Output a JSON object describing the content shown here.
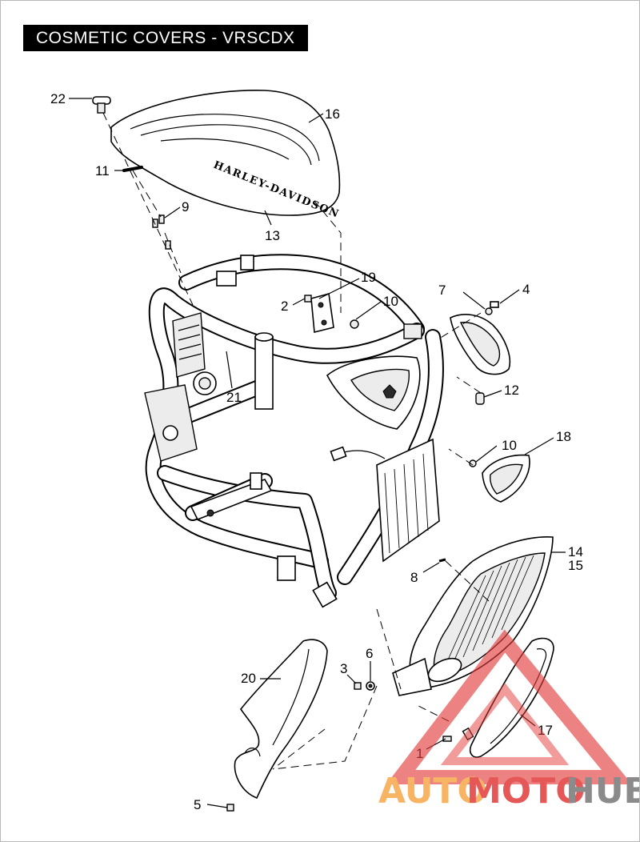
{
  "title": "COSMETIC COVERS - VRSCDX",
  "colors": {
    "background": "#ffffff",
    "title_bg": "#000000",
    "watermark_red": "#e23b3b",
    "watermark_orange": "#f6a84a",
    "watermark_gray": "#777777"
  },
  "callouts": [
    {
      "id": "c22",
      "text": "22"
    },
    {
      "id": "c16",
      "text": "16"
    },
    {
      "id": "c11",
      "text": "11"
    },
    {
      "id": "c9",
      "text": "9"
    },
    {
      "id": "c13",
      "text": "13"
    },
    {
      "id": "c19",
      "text": "19"
    },
    {
      "id": "c2",
      "text": "2"
    },
    {
      "id": "c10a",
      "text": "10"
    },
    {
      "id": "c7",
      "text": "7"
    },
    {
      "id": "c4",
      "text": "4"
    },
    {
      "id": "c12",
      "text": "12"
    },
    {
      "id": "c21",
      "text": "21"
    },
    {
      "id": "c10b",
      "text": "10"
    },
    {
      "id": "c18",
      "text": "18"
    },
    {
      "id": "c14",
      "text": "14"
    },
    {
      "id": "c15",
      "text": "15"
    },
    {
      "id": "c8",
      "text": "8"
    },
    {
      "id": "c6",
      "text": "6"
    },
    {
      "id": "c3",
      "text": "3"
    },
    {
      "id": "c20",
      "text": "20"
    },
    {
      "id": "c17",
      "text": "17"
    },
    {
      "id": "c1",
      "text": "1"
    },
    {
      "id": "c5",
      "text": "5"
    }
  ],
  "airbox_lettering": "HARLEY-DAVIDSON",
  "watermark": {
    "part1": "AUTO",
    "part2": "MOTO",
    "part3": "HUB"
  }
}
